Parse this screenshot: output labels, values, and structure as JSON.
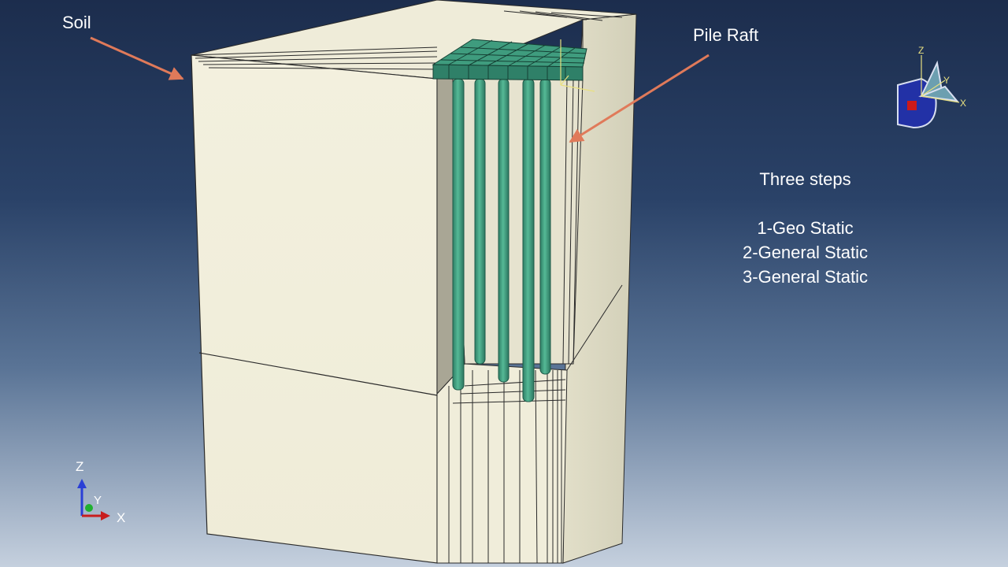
{
  "labels": {
    "soil": "Soil",
    "pile_raft": "Pile Raft"
  },
  "steps": {
    "heading": "Three steps",
    "items": [
      "1-Geo Static",
      "2-General Static",
      "3-General Static"
    ]
  },
  "triad": {
    "z": "Z",
    "y": "Y",
    "x": "X"
  },
  "colors": {
    "soil": "#f1eedb",
    "pile": "#3a9a7c",
    "arrow": "#e07a5a",
    "bg_top": "#1c2d4d",
    "bg_bottom": "#c5d0de"
  }
}
